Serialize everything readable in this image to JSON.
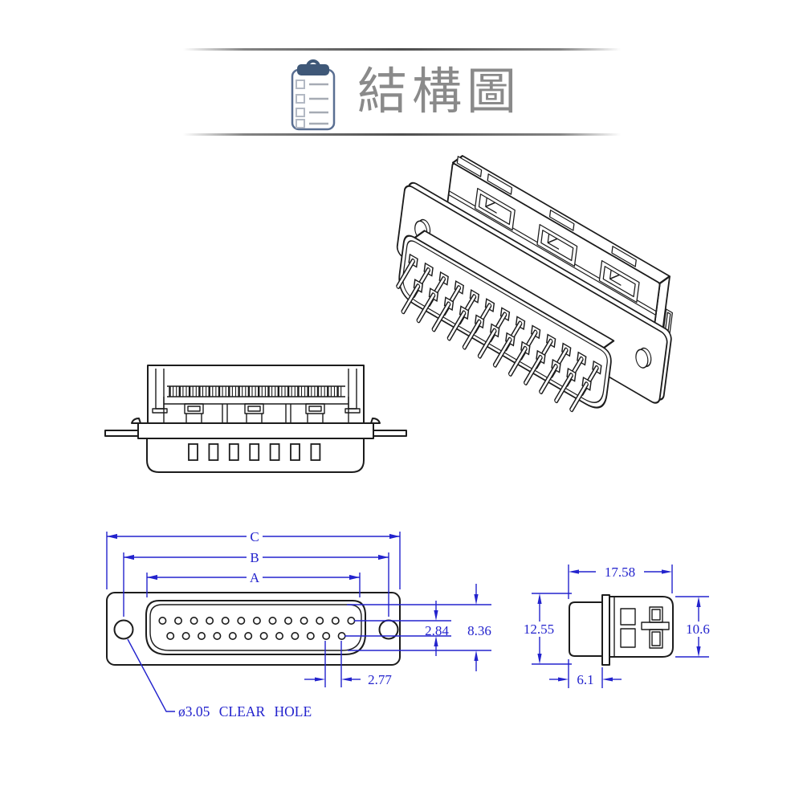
{
  "header": {
    "title": "結構圖",
    "icon": "clipboard-checklist"
  },
  "front_view": {
    "dim_c": "C",
    "dim_b": "B",
    "dim_a": "A",
    "dim_row_gap": "2.84",
    "dim_face_height": "8.36",
    "dim_pin_pitch": "2.77",
    "hole_note": "ø3.05 CLEAR HOLE"
  },
  "side_view": {
    "dim_length": "17.58",
    "dim_flange_height": "12.55",
    "dim_body_height": "10.6",
    "dim_front_depth": "6.1"
  },
  "colors": {
    "dimension": "#2323cd",
    "linework": "#1c1c1c",
    "title": "#8a8a8a",
    "clip": "#3f5878"
  }
}
